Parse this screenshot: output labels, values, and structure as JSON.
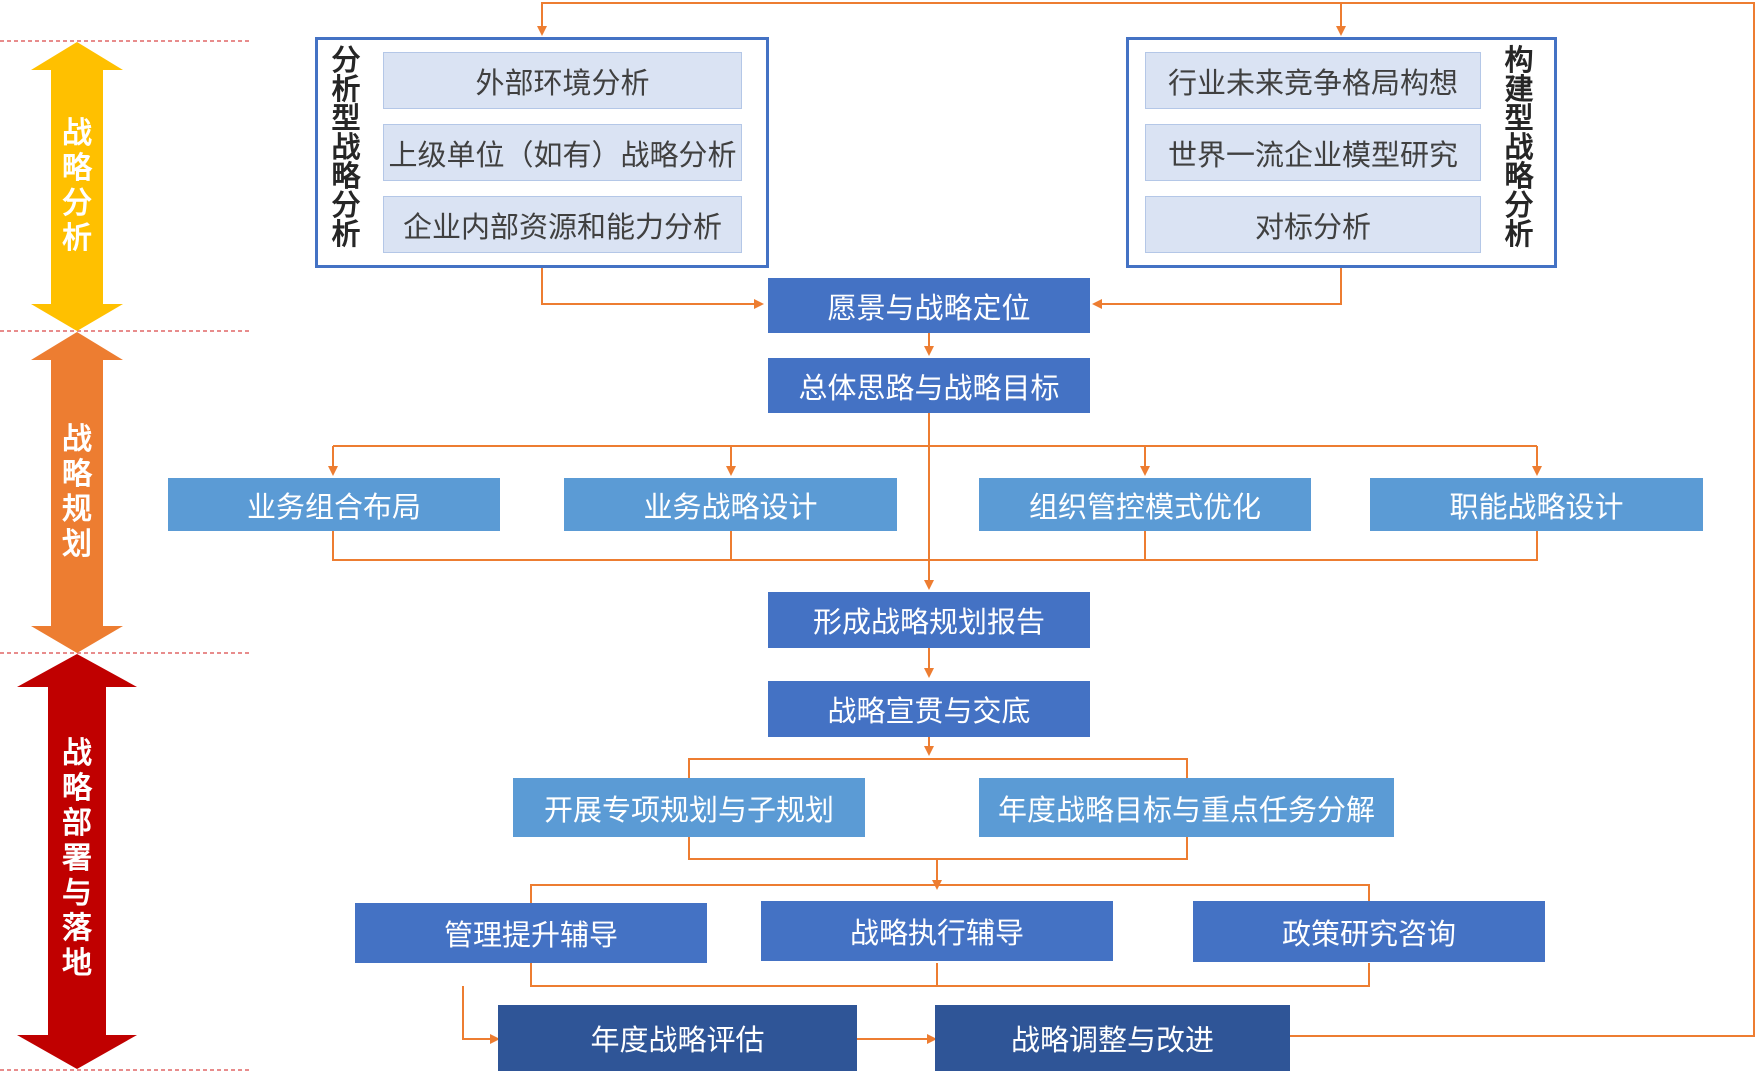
{
  "phases": {
    "analysis": "战略分析",
    "planning": "战略规划",
    "deployment": "战略部署与落地"
  },
  "left_panel": {
    "title": "分析型战略分析",
    "items": [
      "外部环境分析",
      "上级单位（如有）战略分析",
      "企业内部资源和能力分析"
    ]
  },
  "right_panel": {
    "title": "构建型战略分析",
    "items": [
      "行业未来竞争格局构想",
      "世界一流企业模型研究",
      "对标分析"
    ]
  },
  "flow": {
    "vision": "愿景与战略定位",
    "goals": "总体思路与战略目标",
    "design": [
      "业务组合布局",
      "业务战略设计",
      "组织管控模式优化",
      "职能战略设计"
    ],
    "report": "形成战略规划报告",
    "publicize": "战略宣贯与交底",
    "deploy": [
      "开展专项规划与子规划",
      "年度战略目标与重点任务分解"
    ],
    "support": [
      "管理提升辅导",
      "战略执行辅导",
      "政策研究咨询"
    ],
    "evaluate": "年度战略评估",
    "adjust": "战略调整与改进"
  },
  "colors": {
    "phase_analysis": "#FFC000",
    "phase_planning": "#ED7D31",
    "phase_deployment": "#C00000",
    "connector": "#ED7D31",
    "box_dark": "#4472C4",
    "box_light": "#5B9BD5",
    "box_navy": "#2F5597"
  }
}
